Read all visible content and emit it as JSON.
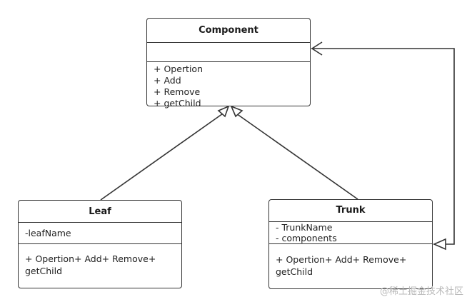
{
  "diagram": {
    "classes": {
      "component": {
        "name": "Component",
        "operations": [
          "+ Opertion",
          "+ Add",
          "+ Remove",
          "+ getChild"
        ]
      },
      "leaf": {
        "name": "Leaf",
        "attributes": [
          "-leafName"
        ],
        "operations_text": "+ Opertion+ Add+ Remove+ getChild"
      },
      "trunk": {
        "name": "Trunk",
        "attributes": [
          "- TrunkName",
          "- components"
        ],
        "operations_text": "+ Opertion+ Add+ Remove+ getChild"
      }
    },
    "relationships": [
      {
        "from": "Leaf",
        "to": "Component",
        "type": "generalization"
      },
      {
        "from": "Trunk",
        "to": "Component",
        "type": "generalization"
      },
      {
        "from": "Trunk",
        "to": "Component",
        "type": "association"
      },
      {
        "from": "Component",
        "to": "Trunk",
        "type": "aggregation"
      }
    ],
    "colors": {
      "line": "#333333",
      "watermark": "#b9b9b9"
    }
  },
  "watermark": "@稀土掘金技术社区"
}
